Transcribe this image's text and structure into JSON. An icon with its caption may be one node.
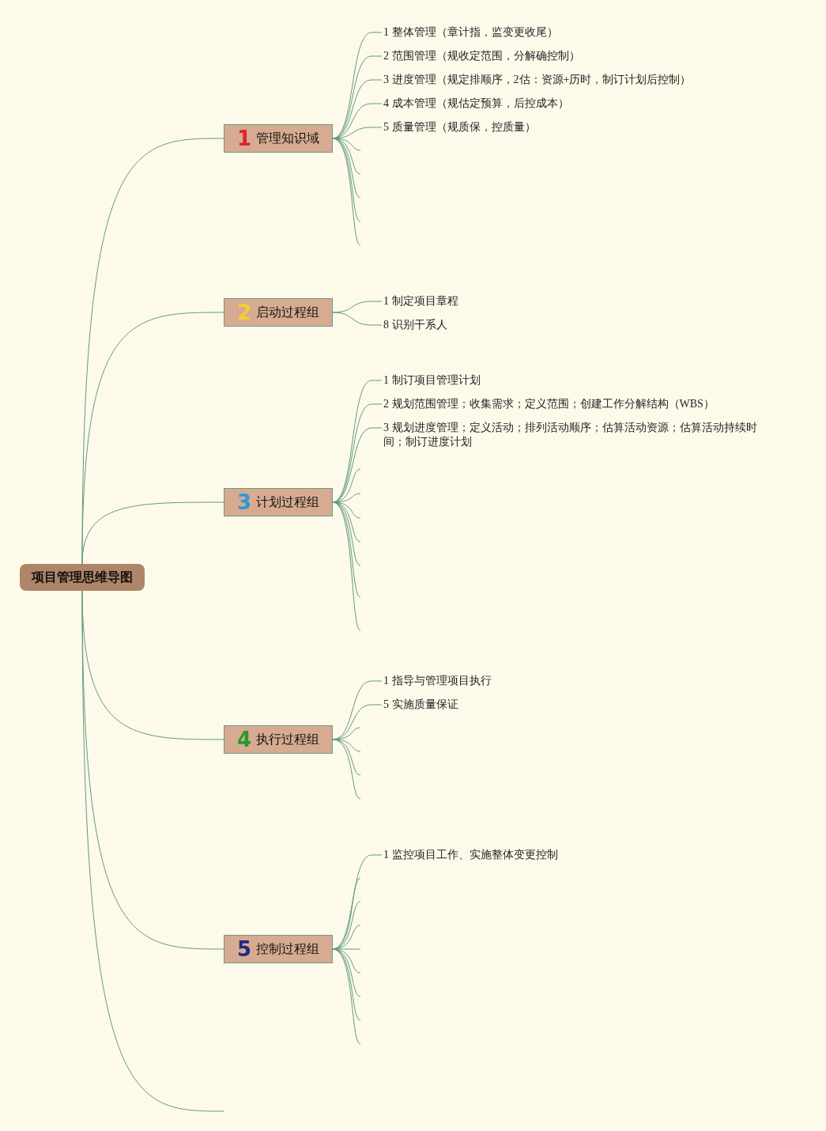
{
  "diagram": {
    "nodes": [
      {
        "text": [
          "项目管理思维导图"
        ]
      },
      {
        "text": [
          "1",
          "管理知识域"
        ]
      },
      {
        "text": [
          "1 整体管理（章计指，监变更收尾）"
        ]
      },
      {
        "text": [
          "2 范围管理（规收定范围，分解确控制）"
        ]
      },
      {
        "text": [
          "3 进度管理（规定排顺序，2估：资源+历时，制订计划后控制）"
        ]
      },
      {
        "text": [
          "4 成本管理（规估定预算，后控成本）"
        ]
      },
      {
        "text": [
          "5 质量管理（规质保，控质量）"
        ]
      },
      {
        "text": [
          "2",
          "启动过程组"
        ]
      },
      {
        "text": [
          "1 制定项目章程"
        ]
      },
      {
        "text": [
          "8 识别干系人"
        ]
      },
      {
        "text": [
          "3",
          "计划过程组"
        ]
      },
      {
        "text": [
          "1 制订项目管理计划"
        ]
      },
      {
        "text": [
          "2 规划范围管理；收集需求；定义范围；创建工作分解结构（WBS）"
        ]
      },
      {
        "text": [
          "3 规划进度管理；定义活动；排列活动顺序；估算活动资源；估算活动持续时间；制订进度计划"
        ]
      },
      {
        "text": [
          "4",
          "执行过程组"
        ]
      },
      {
        "text": [
          "1 指导与管理项目执行"
        ]
      },
      {
        "text": [
          "5 实施质量保证"
        ]
      },
      {
        "text": [
          "5",
          "控制过程组"
        ]
      },
      {
        "text": [
          "1 监控项目工作、实施整体变更控制"
        ]
      }
    ],
    "edges": [
      {
        "from": 0,
        "to": 1,
        "arrow": "none"
      },
      {
        "from": 0,
        "to": 7,
        "arrow": "none"
      },
      {
        "from": 0,
        "to": 10,
        "arrow": "none"
      },
      {
        "from": 0,
        "to": 14,
        "arrow": "none"
      },
      {
        "from": 0,
        "to": 17,
        "arrow": "none"
      },
      {
        "from": 0,
        "to": null,
        "arrow": "none"
      },
      {
        "from": 1,
        "to": 2,
        "arrow": "none"
      },
      {
        "from": 1,
        "to": 3,
        "arrow": "none"
      },
      {
        "from": 1,
        "to": 4,
        "arrow": "none"
      },
      {
        "from": 1,
        "to": 5,
        "arrow": "none"
      },
      {
        "from": 1,
        "to": 6,
        "arrow": "none"
      },
      {
        "from": 1,
        "to": null,
        "arrow": "none"
      },
      {
        "from": 1,
        "to": null,
        "arrow": "none"
      },
      {
        "from": 1,
        "to": null,
        "arrow": "none"
      },
      {
        "from": 1,
        "to": null,
        "arrow": "none"
      },
      {
        "from": 1,
        "to": null,
        "arrow": "none"
      },
      {
        "from": 7,
        "to": 8,
        "arrow": "none"
      },
      {
        "from": 7,
        "to": 9,
        "arrow": "none"
      },
      {
        "from": 10,
        "to": 11,
        "arrow": "none"
      },
      {
        "from": 10,
        "to": 12,
        "arrow": "none"
      },
      {
        "from": 10,
        "to": 13,
        "arrow": "none"
      },
      {
        "from": 10,
        "to": null,
        "arrow": "none"
      },
      {
        "from": 10,
        "to": null,
        "arrow": "none"
      },
      {
        "from": 10,
        "to": null,
        "arrow": "none"
      },
      {
        "from": 10,
        "to": null,
        "arrow": "none"
      },
      {
        "from": 10,
        "to": null,
        "arrow": "none"
      },
      {
        "from": 10,
        "to": null,
        "arrow": "none"
      },
      {
        "from": 10,
        "to": null,
        "arrow": "none"
      },
      {
        "from": 14,
        "to": 15,
        "arrow": "none"
      },
      {
        "from": 14,
        "to": 16,
        "arrow": "none"
      },
      {
        "from": 14,
        "to": null,
        "arrow": "none"
      },
      {
        "from": 14,
        "to": null,
        "arrow": "none"
      },
      {
        "from": 14,
        "to": null,
        "arrow": "none"
      },
      {
        "from": 14,
        "to": null,
        "arrow": "none"
      },
      {
        "from": 17,
        "to": 18,
        "arrow": "none"
      },
      {
        "from": 17,
        "to": null,
        "arrow": "none"
      },
      {
        "from": 17,
        "to": null,
        "arrow": "none"
      },
      {
        "from": 17,
        "to": null,
        "arrow": "none"
      },
      {
        "from": 17,
        "to": null,
        "arrow": "none"
      },
      {
        "from": 17,
        "to": null,
        "arrow": "none"
      },
      {
        "from": 17,
        "to": null,
        "arrow": "none"
      },
      {
        "from": 17,
        "to": null,
        "arrow": "none"
      },
      {
        "from": 17,
        "to": null,
        "arrow": "none"
      }
    ]
  }
}
